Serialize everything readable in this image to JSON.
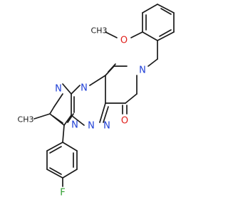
{
  "molecule": {
    "atoms": {
      "methoxy_c": "CH3",
      "methoxy_o": "O",
      "pyridinone_n": "N",
      "carbonyl_o": "O",
      "pyrazole_n1": "N",
      "pyrazole_n2": "N",
      "triazine_n1": "N",
      "triazine_n2": "N",
      "triazine_n3": "N",
      "fluorine": "F",
      "methyl": "CH3"
    },
    "colors": {
      "bond": "#1a1a1a",
      "nitrogen": "#1f3fd6",
      "oxygen": "#e0201b",
      "fluorine": "#2e9e2e"
    }
  }
}
